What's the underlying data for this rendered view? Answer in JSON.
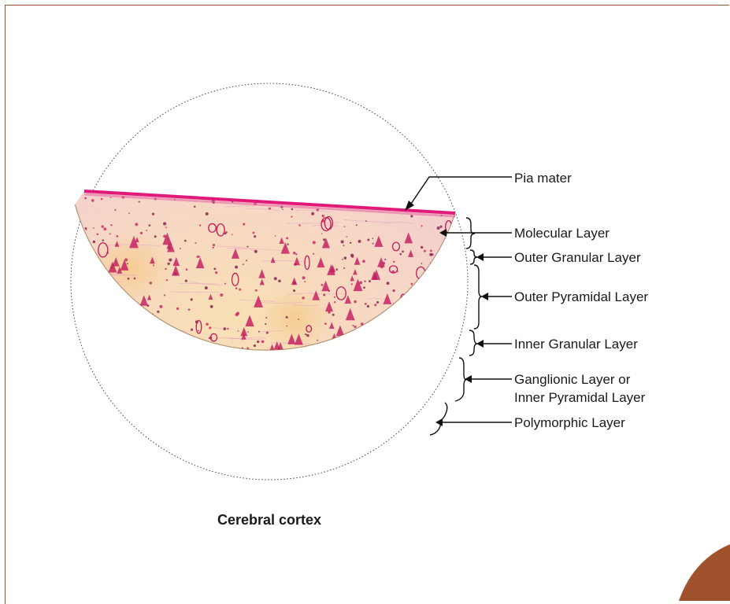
{
  "caption": "Cerebral cortex",
  "labels": {
    "pia_mater": "Pia mater",
    "molecular": "Molecular Layer",
    "outer_granular": "Outer Granular Layer",
    "outer_pyramidal": "Outer Pyramidal Layer",
    "inner_granular": "Inner Granular Layer",
    "ganglionic_line1": "Ganglionic Layer or",
    "ganglionic_line2": "Inner Pyramidal Layer",
    "polymorphic": "Polymorphic Layer"
  },
  "colors": {
    "frame": "#a0522d",
    "corner": "#a0522d",
    "tissue_base": "#f7dccb",
    "tissue_warm": "#f6d9a8",
    "stain": "#c2185b",
    "pia": "#e0197b"
  }
}
